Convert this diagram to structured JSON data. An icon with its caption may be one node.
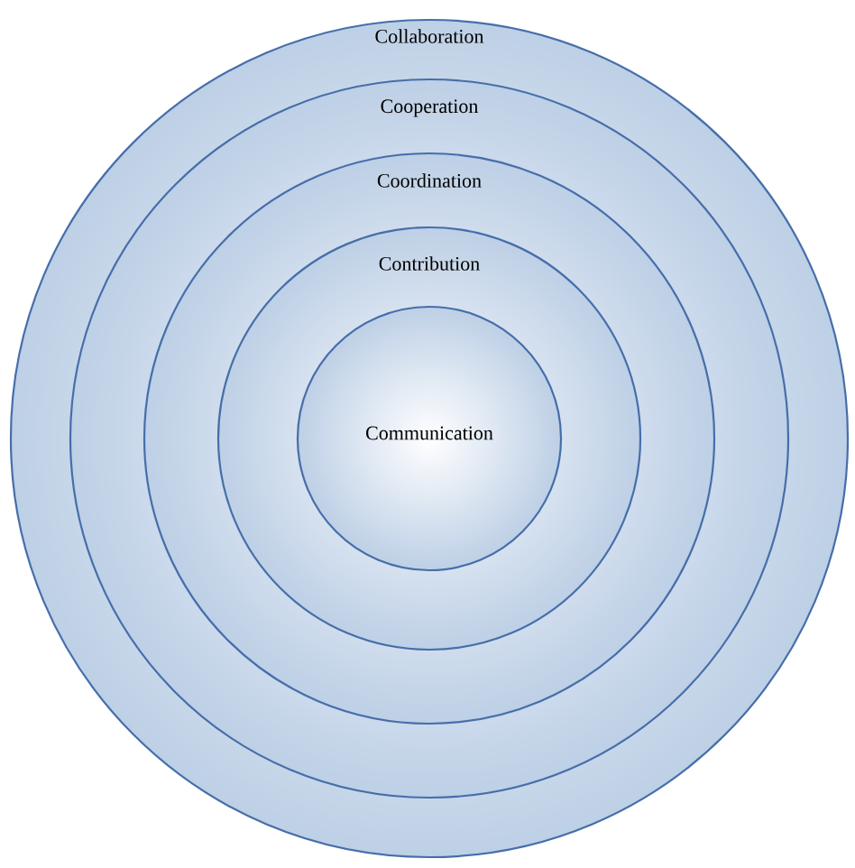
{
  "diagram": {
    "nodes": [
      {
        "text": [
          "Collaboration"
        ]
      },
      {
        "text": [
          "Cooperation"
        ],
        "in": 0
      },
      {
        "text": [
          "Coordination"
        ],
        "in": 1
      },
      {
        "text": [
          "Contribution"
        ],
        "in": 2
      },
      {
        "text": [
          "Communication"
        ],
        "in": 3
      }
    ]
  }
}
